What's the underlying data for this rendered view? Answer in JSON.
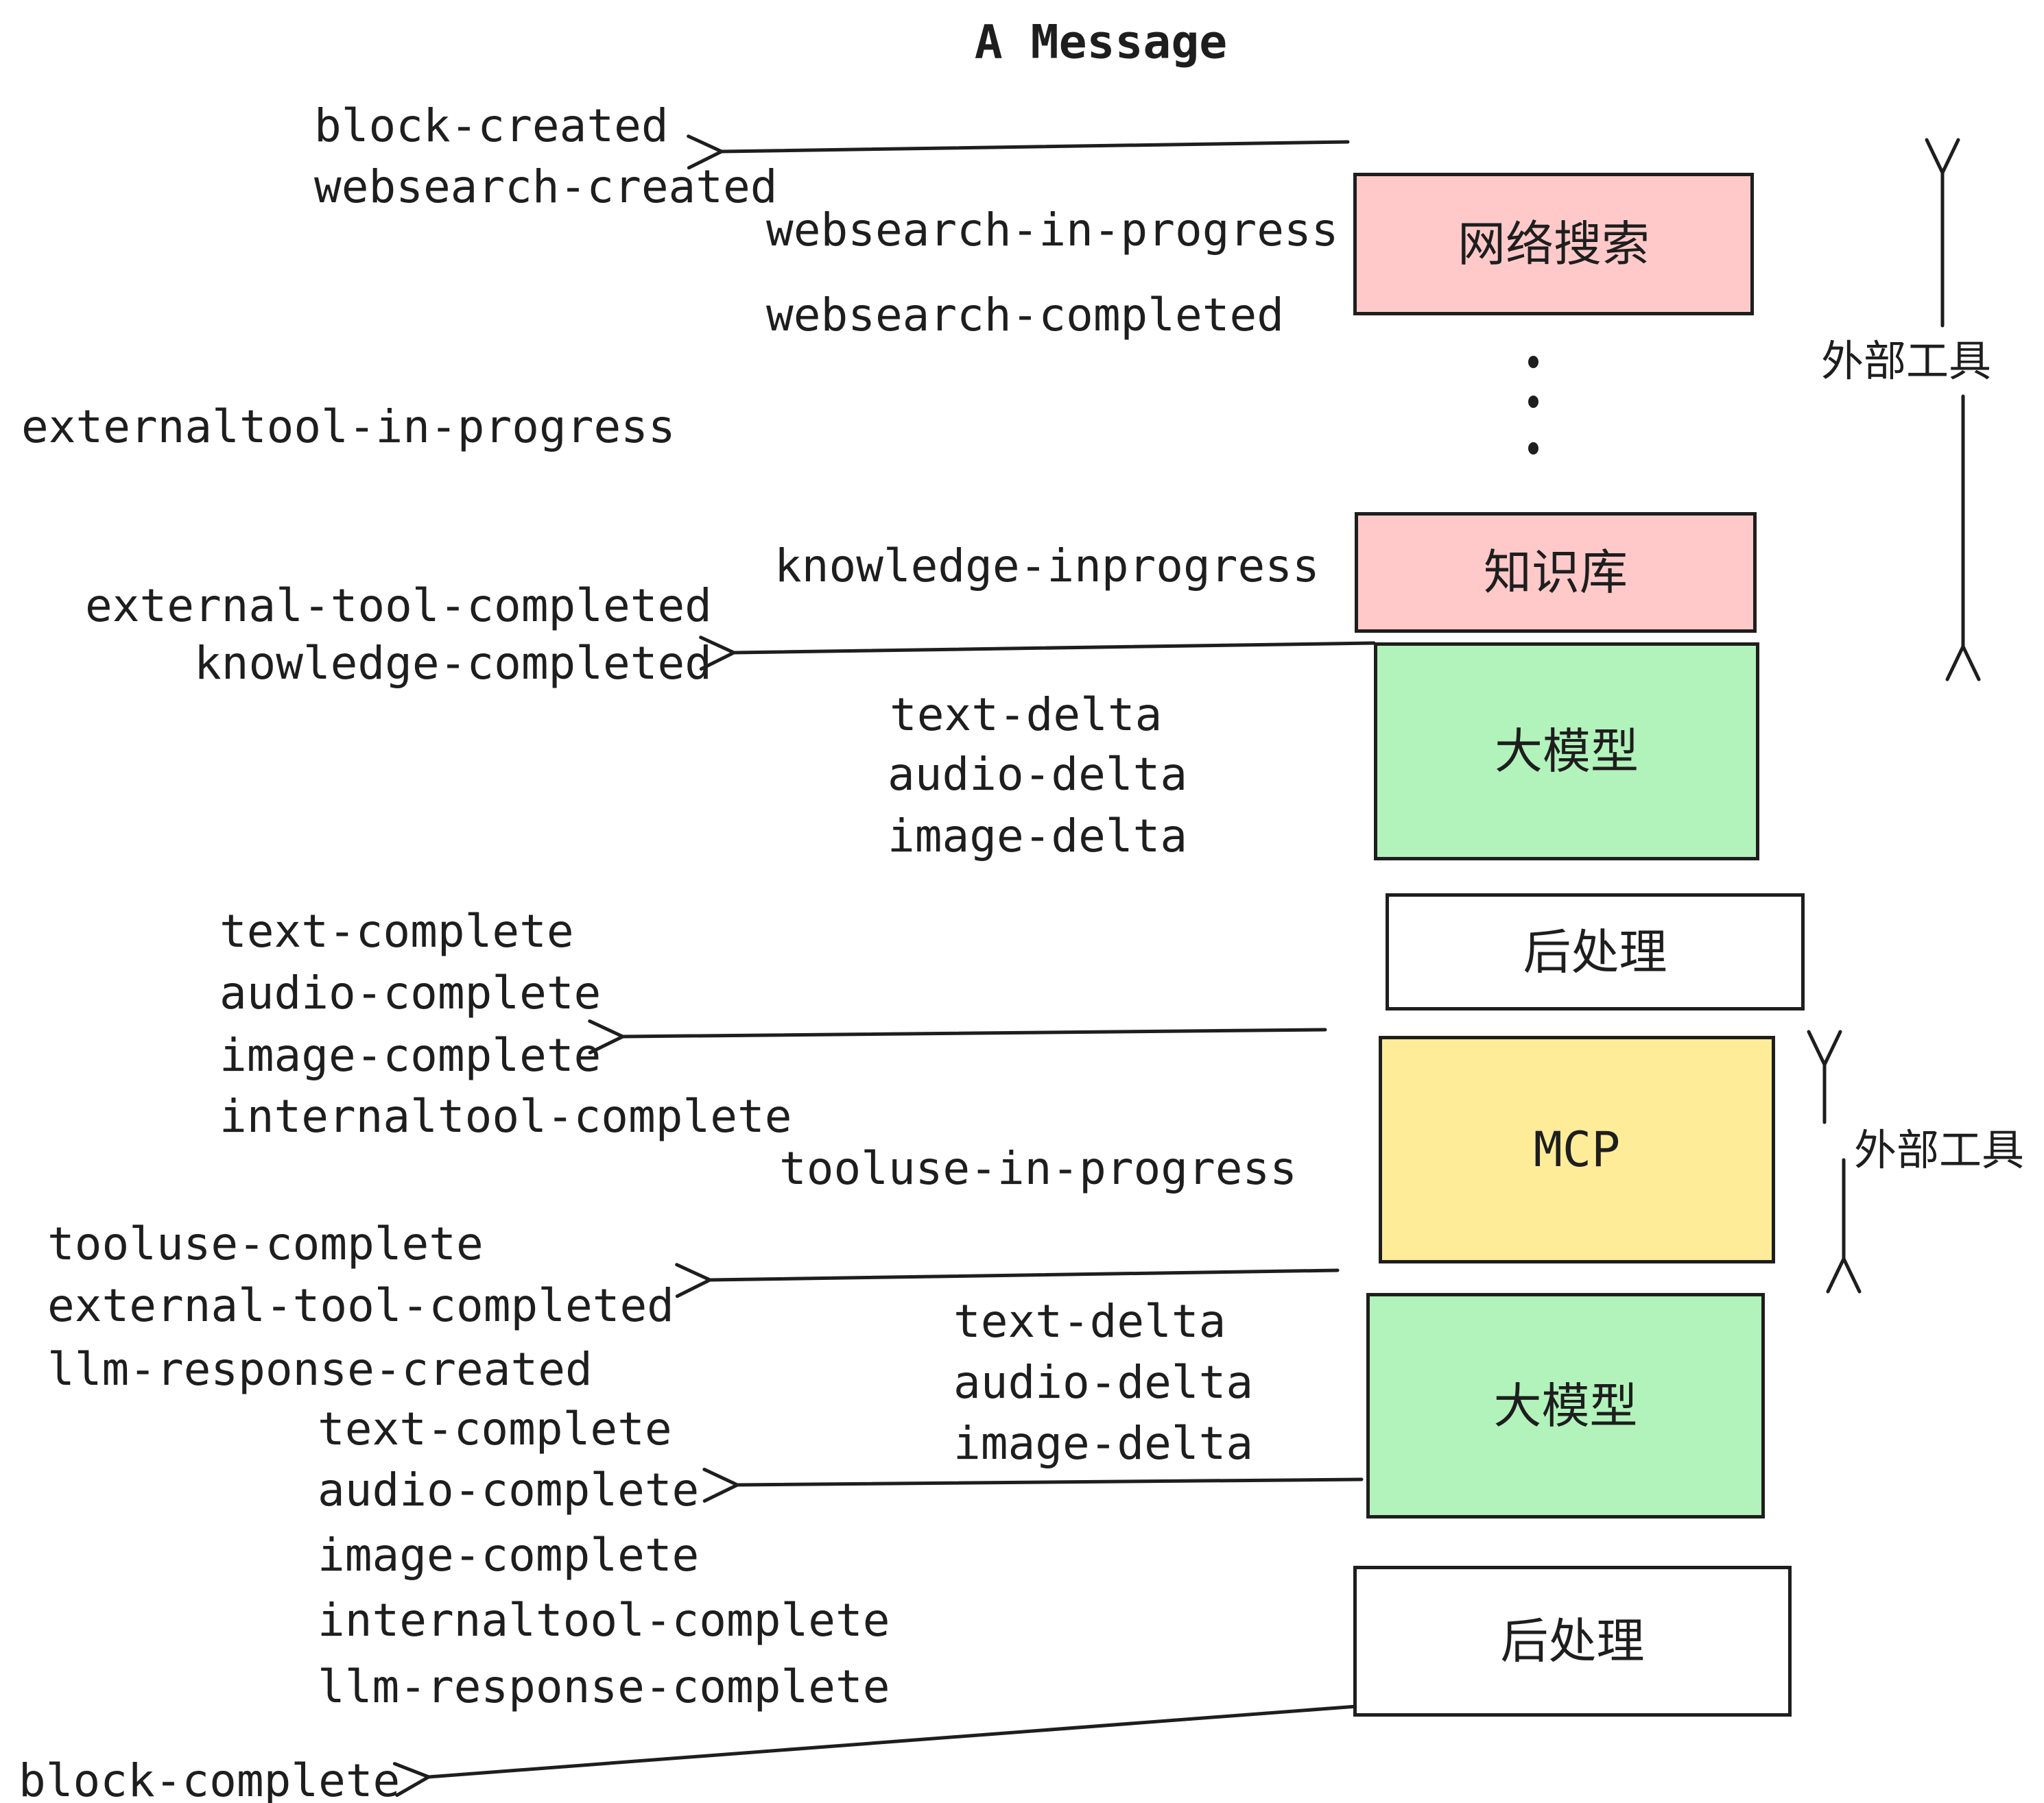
{
  "title": "A Message",
  "colors": {
    "ink": "#1e1e1e",
    "websearch_box_fill": "#ffc9c9",
    "knowledge_box_fill": "#ffc9c9",
    "llm_box_fill": "#b2f2bb",
    "post_box_fill": "#ffffff",
    "mcp_box_fill": "#ffec99",
    "background": "#ffffff"
  },
  "boxes": [
    {
      "id": "websearch",
      "label": "网络搜索"
    },
    {
      "id": "knowledge",
      "label": "知识库"
    },
    {
      "id": "llm-1",
      "label": "大模型"
    },
    {
      "id": "post-1",
      "label": "后处理"
    },
    {
      "id": "mcp",
      "label": "MCP"
    },
    {
      "id": "llm-2",
      "label": "大模型"
    },
    {
      "id": "post-2",
      "label": "后处理"
    }
  ],
  "side_labels": {
    "external_tools_top": "外部工具",
    "external_tools_mcp": "外部工具"
  },
  "events": [
    "block-created",
    "websearch-created",
    "websearch-in-progress",
    "websearch-completed",
    "externaltool-in-progress",
    "knowledge-inprogress",
    "external-tool-completed",
    "knowledge-completed",
    "text-delta",
    "audio-delta",
    "image-delta",
    "text-complete",
    "audio-complete",
    "image-complete",
    "internaltool-complete",
    "tooluse-in-progress",
    "tooluse-complete",
    "external-tool-completed",
    "llm-response-created",
    "text-delta",
    "audio-delta",
    "image-delta",
    "text-complete",
    "audio-complete",
    "image-complete",
    "internaltool-complete",
    "llm-response-complete",
    "block-complete"
  ]
}
